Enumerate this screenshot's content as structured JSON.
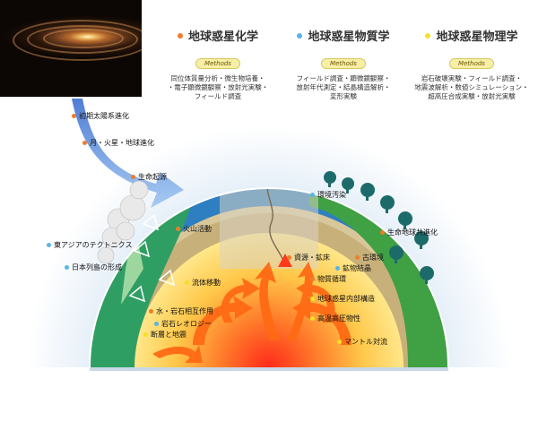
{
  "categories": [
    {
      "title": "地球惑星化学",
      "dot_color": "#f07d2a",
      "methods": "Methods",
      "desc": [
        "同位体質量分析・微生物培養・",
        "・電子顕微鏡観察・放射光実験・",
        "フィールド調査"
      ]
    },
    {
      "title": "地球惑星物質学",
      "dot_color": "#5ab4e6",
      "methods": "Methods",
      "desc": [
        "フィールド調査・顕微鏡観察・",
        "放射年代測定・結晶構造解析・",
        "変形実験"
      ]
    },
    {
      "title": "地球惑星物理学",
      "dot_color": "#f2e12a",
      "methods": "Methods",
      "desc": [
        "岩石破壊実験・フィールド調査・",
        "地震波解析・数値シミュレーション・",
        "超高圧合成実験・放射光実験"
      ]
    }
  ],
  "labels": {
    "early_solar": "初期太陽系進化",
    "moon_mars": "月・火星・地球進化",
    "origin_life": "生命起源",
    "env_pollution": "環境汚染",
    "volcanic": "火山活動",
    "east_asia": "東アジアのテクトニクス",
    "japan_arc": "日本列島の形成",
    "coevolution": "生命地球共進化",
    "paleo_env": "古環境",
    "resources": "資源・鉱床",
    "mineral_dating": "鉱物結晶",
    "material_cycle": "物質循環",
    "fluid_flow": "流体移動",
    "interior": "地球惑星内部構造",
    "water_rock": "水・岩石相互作用",
    "high_pressure": "高温高圧物性",
    "rock_rheology": "岩石レオロジー",
    "faults_quake": "断層と地震",
    "mantle_conv": "マントル対流"
  }
}
